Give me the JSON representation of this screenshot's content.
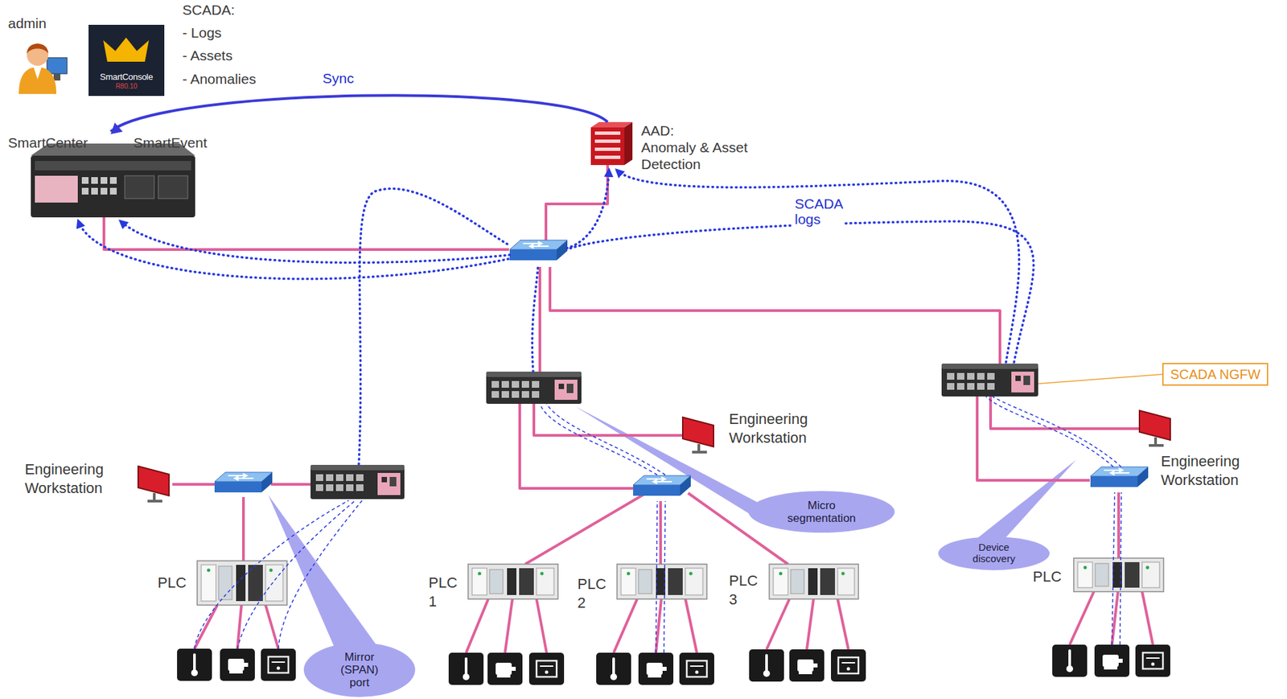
{
  "diagram": {
    "nodes": [
      {
        "text": [
          "SmartConsole",
          "R80.10"
        ]
      },
      {
        "text": [
          "SmartCenter",
          "SmartEvent"
        ]
      },
      {
        "text": [
          "AAD:",
          "Anomaly & Asset Detection"
        ]
      },
      {
        "text": [
          "SCADA NGFW"
        ]
      },
      {
        "text": [
          "Engineering Workstation"
        ]
      },
      {
        "text": [
          "Engineering Workstation"
        ]
      },
      {
        "text": [
          "Engineering Workstation"
        ]
      },
      {
        "text": [
          "PLC"
        ]
      },
      {
        "text": [
          "PLC 1"
        ]
      },
      {
        "text": [
          "PLC 2"
        ]
      },
      {
        "text": [
          "PLC 3"
        ]
      },
      {
        "text": [
          "PLC"
        ]
      },
      {
        "text": [
          "Micro segmentation"
        ]
      },
      {
        "text": [
          "Device discovery"
        ]
      },
      {
        "text": [
          "Mirror (SPAN) port"
        ]
      }
    ],
    "edges": [
      {
        "from": 2,
        "to": 1,
        "arrow": "to",
        "label": "Sync"
      }
    ],
    "labels": [
      "admin",
      "SCADA:",
      "- Logs",
      "- Assets",
      "- Anomalies",
      "SCADA logs"
    ]
  }
}
